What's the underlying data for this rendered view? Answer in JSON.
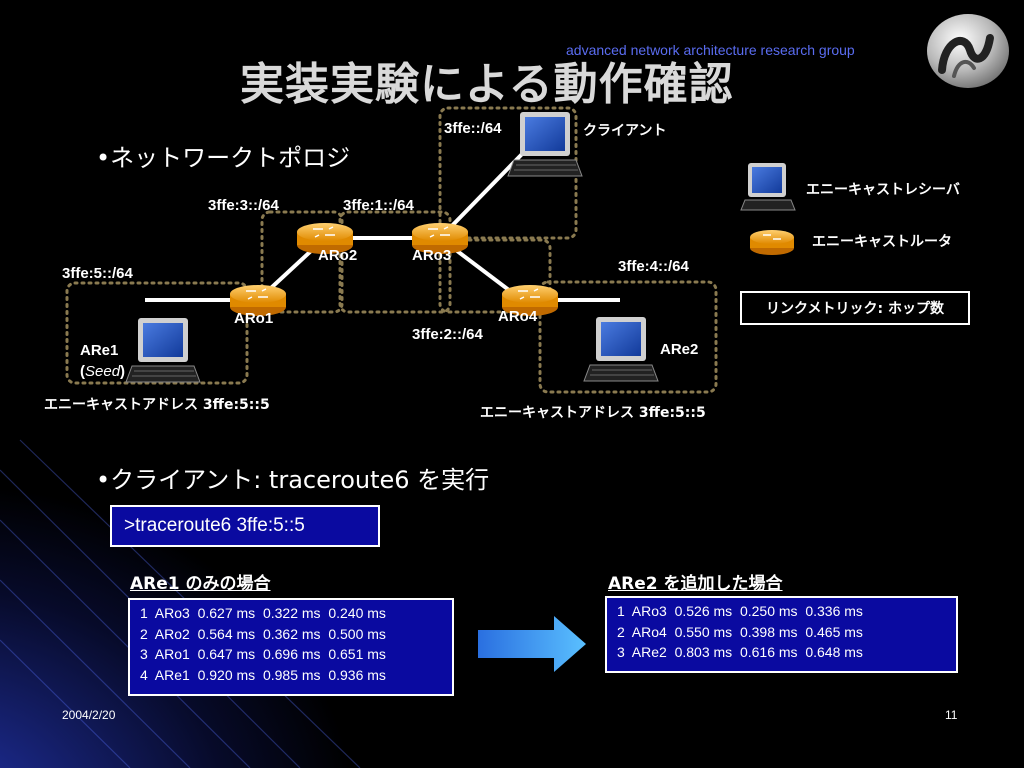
{
  "header": {
    "org": "advanced network architecture research group",
    "title": "実装実験による動作確認"
  },
  "bullets": {
    "topology": "•ネットワークトポロジ",
    "client_cmd": "•クライアント: traceroute6 を実行"
  },
  "nodes": {
    "aro1": "ARo1",
    "aro2": "ARo2",
    "aro3": "ARo3",
    "aro4": "ARo4",
    "are1": "ARe1",
    "are1_seed_open": "(",
    "are1_seed": "Seed",
    "are1_seed_close": ")",
    "are2": "ARe2",
    "client": "クライアント"
  },
  "prefixes": {
    "p0": "3ffe::/64",
    "p1": "3ffe:1::/64",
    "p2": "3ffe:2::/64",
    "p3": "3ffe:3::/64",
    "p4": "3ffe:4::/64",
    "p5": "3ffe:5::/64"
  },
  "anycast": {
    "left": "エニーキャストアドレス 3ffe:5::5",
    "right": "エニーキャストアドレス 3ffe:5::5"
  },
  "legend": {
    "receiver": "エニーキャストレシーバ",
    "router": "エニーキャストルータ",
    "metric": "リンクメトリック: ホップ数"
  },
  "command": ">traceroute6 3ffe:5::5",
  "results": {
    "before": {
      "title": "ARe1 のみの場合",
      "lines": [
        "1  ARo3  0.627 ms  0.322 ms  0.240 ms",
        "2  ARo2  0.564 ms  0.362 ms  0.500 ms",
        "3  ARo1  0.647 ms  0.696 ms  0.651 ms",
        "4  ARe1  0.920 ms  0.985 ms  0.936 ms"
      ]
    },
    "after": {
      "title": "ARe2 を追加した場合",
      "lines": [
        "1  ARo3  0.526 ms  0.250 ms  0.336 ms",
        "2  ARo4  0.550 ms  0.398 ms  0.465 ms",
        "3  ARe2  0.803 ms  0.616 ms  0.648 ms"
      ]
    }
  },
  "footer": {
    "date": "2004/2/20",
    "page": "11"
  },
  "colors": {
    "router": "#f5a000",
    "monitor": "#1f4fb8",
    "box_bg": "#0a0aa0",
    "arrow": "#3aa0ff",
    "org_text": "#5a6cf0",
    "dotted": "#8a7a50"
  }
}
